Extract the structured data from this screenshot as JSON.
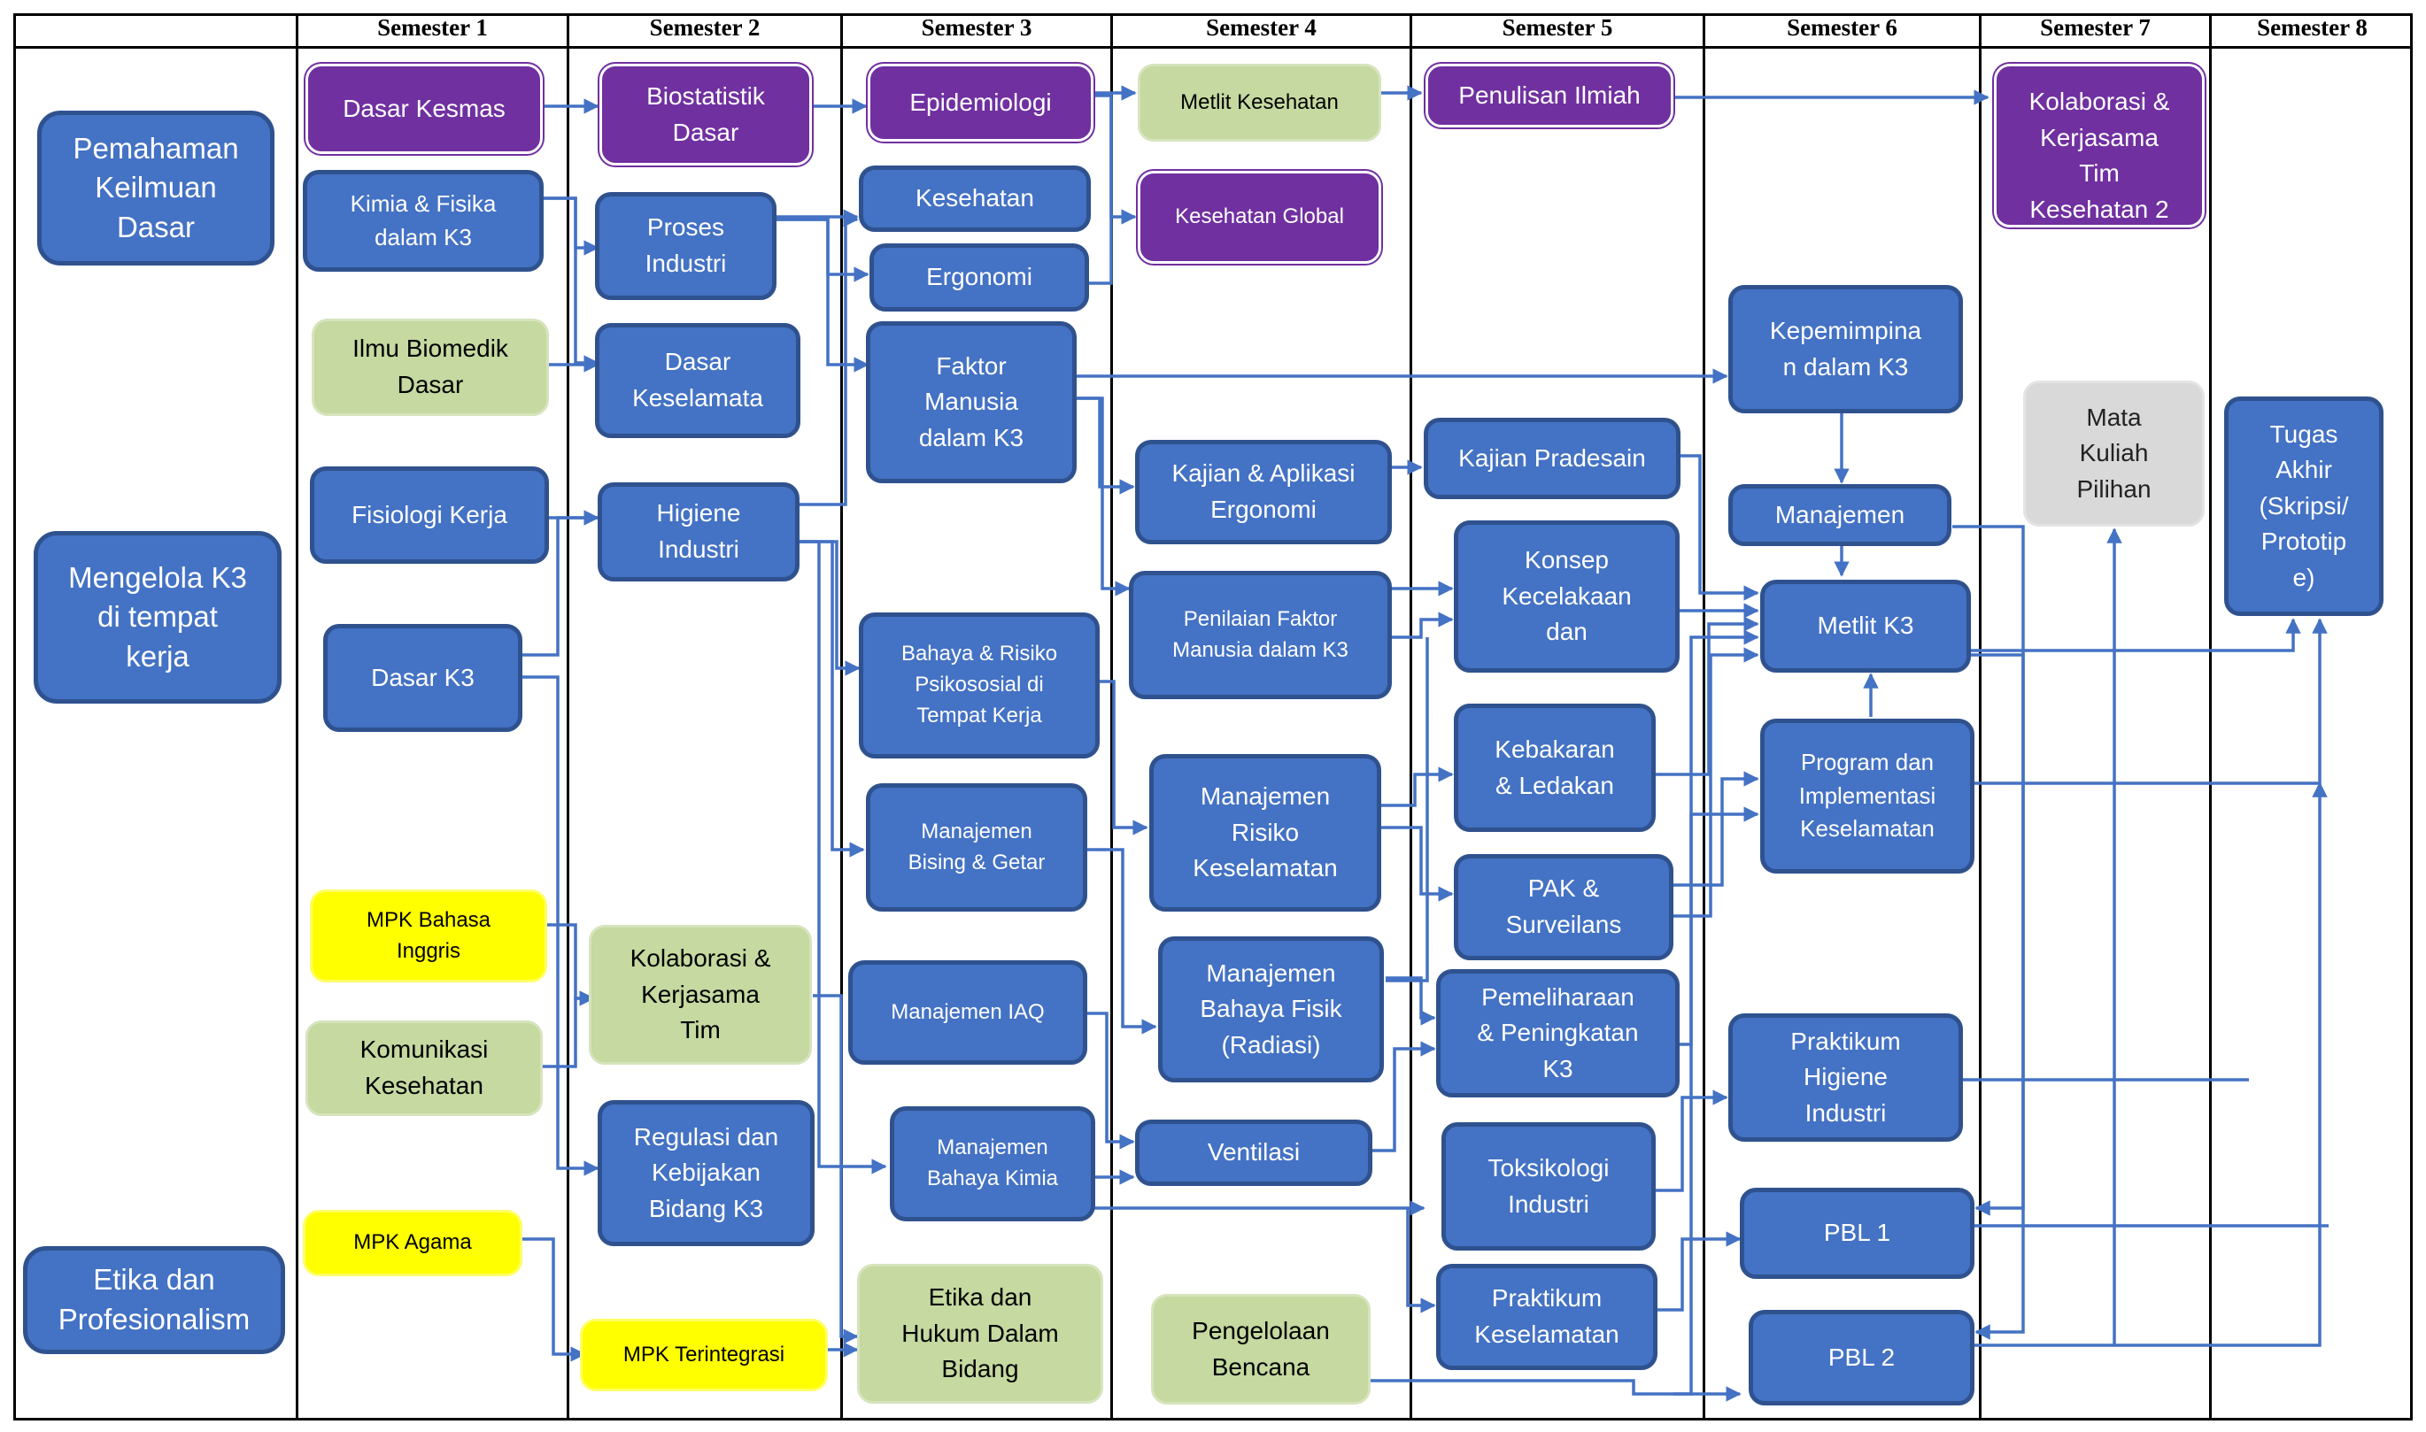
{
  "colors": {
    "box_blue": "#4472C4",
    "box_border": "#2F528F",
    "box_purple": "#7030A0",
    "box_green": "#C5D9A0",
    "box_yellow": "#FFFF00",
    "box_grey": "#D9D9D9",
    "connector": "#4472C4"
  },
  "semesters": [
    "Semester 1",
    "Semester 2",
    "Semester 3",
    "Semester 4",
    "Semester 5",
    "Semester 6",
    "Semester 7",
    "Semester 8"
  ],
  "categories": {
    "pemahaman": "Pemahaman\nKeilmuan\nDasar",
    "mengelola": "Mengelola K3\ndi tempat\nkerja",
    "etika": "Etika dan\nProfesionalism"
  },
  "courses": {
    "dasar_kesmas": "Dasar Kesmas",
    "kimia_fisika": "Kimia & Fisika\ndalam K3",
    "ilmu_biomedik": "Ilmu Biomedik\nDasar",
    "fisiologi_kerja": "Fisiologi Kerja",
    "dasar_k3": "Dasar K3",
    "mpk_bahasa_inggris": "MPK Bahasa\nInggris",
    "komunikasi_kesehatan": "Komunikasi\nKesehatan",
    "mpk_agama": "MPK Agama",
    "biostatistik": "Biostatistik\nDasar",
    "proses_industri": "Proses\nIndustri",
    "dasar_keselamata": "Dasar\nKeselamata",
    "higiene_industri": "Higiene\nIndustri",
    "kolaborasi_tim": "Kolaborasi &\nKerjasama\nTim",
    "regulasi": "Regulasi dan\nKebijakan\nBidang K3",
    "mpk_terintegrasi": "MPK Terintegrasi",
    "epidemiologi": "Epidemiologi",
    "kesehatan": "Kesehatan",
    "ergonomi": "Ergonomi",
    "faktor_manusia": "Faktor\nManusia\ndalam K3",
    "bahaya_psikososial": "Bahaya & Risiko\nPsikososial di\nTempat Kerja",
    "bising_getar": "Manajemen\nBising & Getar",
    "manajemen_iaq": "Manajemen IAQ",
    "bahaya_kimia": "Manajemen\nBahaya Kimia",
    "etika_hukum": "Etika dan\nHukum Dalam\nBidang",
    "metlit_kesehatan": "Metlit Kesehatan",
    "kesehatan_global": "Kesehatan Global",
    "kajian_ergonomi": "Kajian & Aplikasi\nErgonomi",
    "penilaian_faktor": "Penilaian Faktor\nManusia dalam K3",
    "risiko_keselamatan": "Manajemen\nRisiko\nKeselamatan",
    "bahaya_fisik": "Manajemen\nBahaya Fisik\n(Radiasi)",
    "ventilasi": "Ventilasi",
    "pengelolaan_bencana": "Pengelolaan\nBencana",
    "penulisan_ilmiah": "Penulisan Ilmiah",
    "kajian_pradesain": "Kajian Pradesain",
    "konsep_kecelakaan": "Konsep\nKecelakaan\ndan",
    "kebakaran": "Kebakaran\n& Ledakan",
    "pak_surveilans": "PAK &\nSurveilans",
    "pemeliharaan": "Pemeliharaan\n& Peningkatan\nK3",
    "toksikologi": "Toksikologi\nIndustri",
    "praktikum_keselamatan": "Praktikum\nKeselamatan",
    "kepemimpinan": "Kepemimpina\nn dalam K3",
    "manajemen": "Manajemen",
    "metlit_k3": "Metlit K3",
    "program_implementasi": "Program dan\nImplementasi\nKeselamatan",
    "praktikum_higiene": "Praktikum\nHigiene\nIndustri",
    "pbl1": "PBL 1",
    "pbl2": "PBL 2",
    "kolaborasi_kesehatan2": "Kolaborasi &\nKerjasama\nTim\nKesehatan 2",
    "mata_kuliah_pilihan": "Mata\nKuliah\nPilihan",
    "tugas_akhir": "Tugas\nAkhir\n(Skripsi/\nPrototip\ne)"
  }
}
